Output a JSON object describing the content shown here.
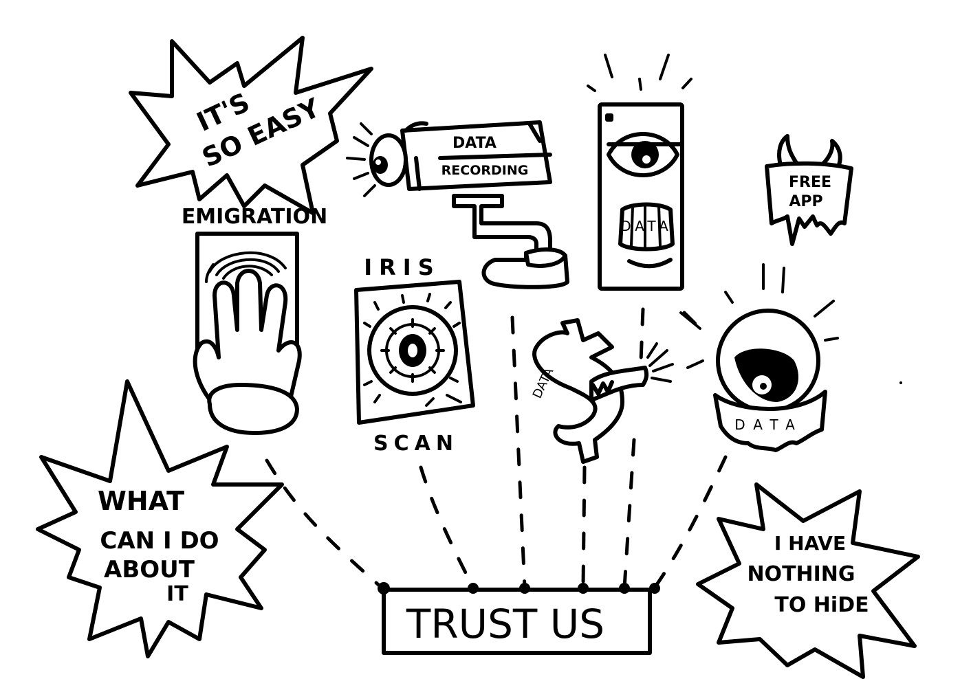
{
  "colors": {
    "ink": "#000000",
    "background": "#ffffff"
  },
  "bursts": {
    "top_left": {
      "line1": "IT'S",
      "line2": "SO EASY"
    },
    "bottom_left": {
      "line1": "WHAT",
      "line2": "CAN I DO",
      "line3": "ABOUT",
      "line4": "IT"
    },
    "bottom_right": {
      "line1": "I HAVE",
      "line2": "NOTHING",
      "line3": "TO HiDE"
    }
  },
  "camera": {
    "label1": "DATA",
    "label2": "RECORDING",
    "icon": "surveillance-camera-icon"
  },
  "emigration": {
    "label": "EMIGRATION",
    "icon": "hand-fingerprint-icon"
  },
  "iris": {
    "label_top": "IRIS",
    "label_bottom": "SCAN",
    "icon": "iris-scan-icon"
  },
  "phone": {
    "label": "DATA",
    "icon": "phone-eye-mouth-icon"
  },
  "dollar": {
    "label": "DATA",
    "icon": "dollar-mouth-icon"
  },
  "app": {
    "label1": "FREE",
    "label2": "APP",
    "icon": "devil-app-icon"
  },
  "eye_monster": {
    "label": "DATA",
    "icon": "eye-monster-icon"
  },
  "center_box": {
    "label": "TRUST US"
  }
}
